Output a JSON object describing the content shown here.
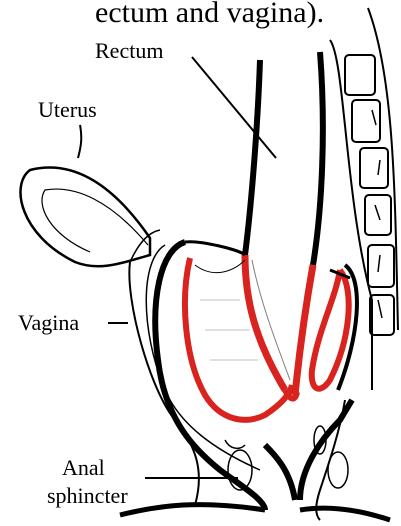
{
  "caption_fragment": "ectum and vagina).",
  "labels": {
    "rectum": "Rectum",
    "uterus": "Uterus",
    "vagina": "Vagina",
    "anal_sphincter_line1": "Anal",
    "anal_sphincter_line2": "sphincter"
  },
  "colors": {
    "outline": "#000000",
    "highlight": "#d9231f",
    "background": "#ffffff"
  }
}
